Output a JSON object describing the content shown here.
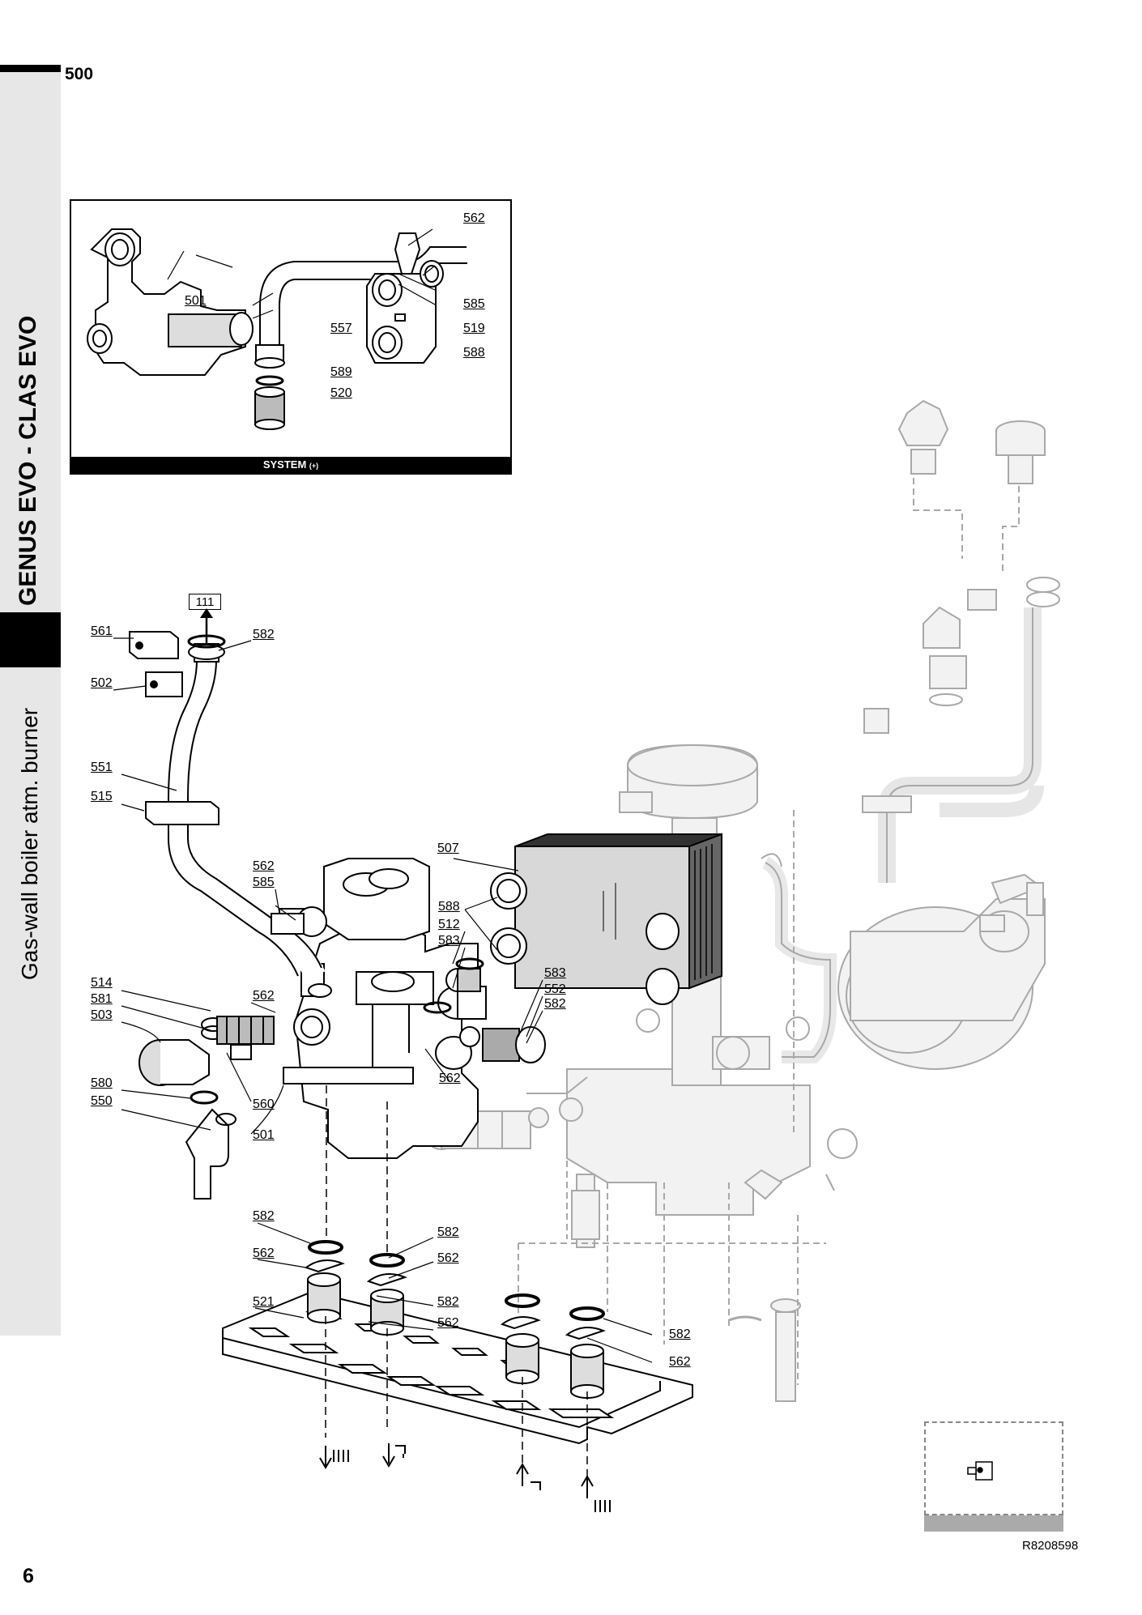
{
  "header": {
    "section_number": "500"
  },
  "sidebar": {
    "title": "GENUS EVO - CLAS EVO",
    "subtitle": "Gas-wall boiler atm. burner"
  },
  "inset": {
    "caption_main": "SYSTEM",
    "caption_suffix": "(+)",
    "labels": [
      "562",
      "501",
      "585",
      "557",
      "519",
      "588",
      "589",
      "520"
    ]
  },
  "main_labels": {
    "l561": "561",
    "l582a": "582",
    "l502": "502",
    "l551": "551",
    "l515": "515",
    "l507": "507",
    "l562a": "562",
    "l585": "585",
    "l588": "588",
    "l512": "512",
    "l583a": "583",
    "l514": "514",
    "l581": "581",
    "l503": "503",
    "l562b": "562",
    "l583b": "583",
    "l552": "552",
    "l582b": "582",
    "l580": "580",
    "l550": "550",
    "l560": "560",
    "l501": "501",
    "l562c": "562",
    "l582c": "582",
    "l582d": "582",
    "l562d": "562",
    "l562e": "562",
    "l521": "521",
    "l582e": "582",
    "l562f": "562",
    "l582f": "582",
    "l562g": "562"
  },
  "reference_box": "111",
  "footer": {
    "page_number": "6",
    "drawing_code": "R8208598"
  },
  "colors": {
    "ink": "#000000",
    "ghost_parts": "#a8a8a8",
    "sidebar": "#e7e7e7",
    "part_fill": "#d8d8d8"
  }
}
